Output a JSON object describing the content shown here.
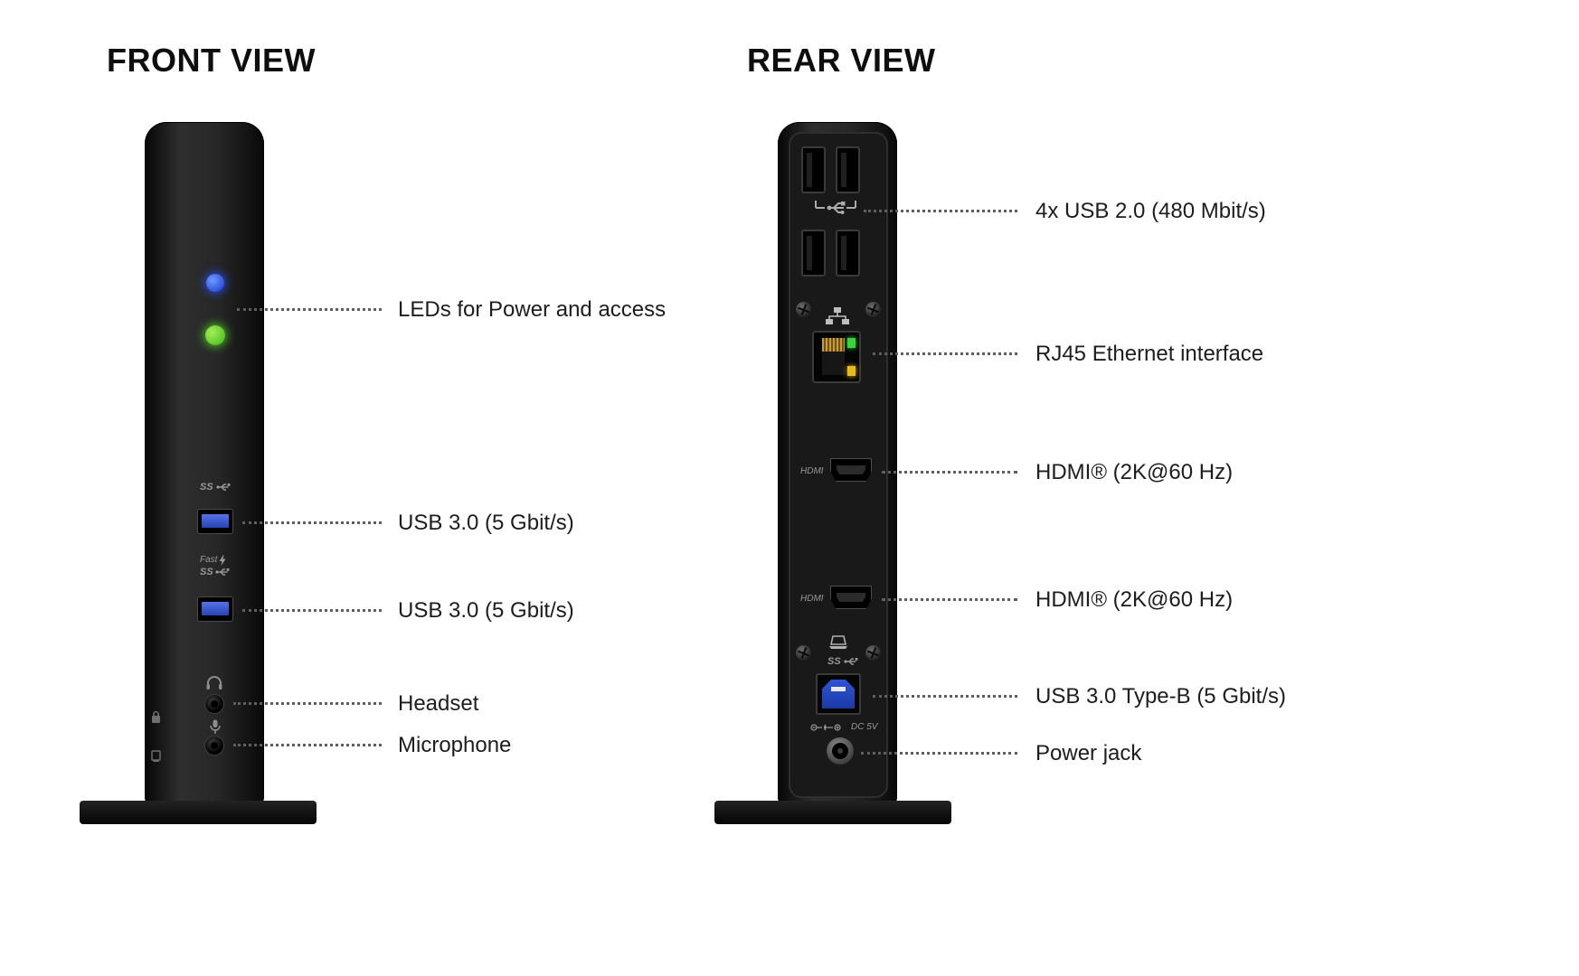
{
  "front": {
    "title": "FRONT VIEW",
    "labels": {
      "leds": "LEDs for Power and access",
      "usb1": "USB 3.0 (5 Gbit/s)",
      "usb2": "USB 3.0 (5 Gbit/s)",
      "headset": "Headset",
      "microphone": "Microphone"
    },
    "markings": {
      "usb3_logo": "SS",
      "fast_charge": "Fast",
      "fast_charge_ss": "SS"
    }
  },
  "rear": {
    "title": "REAR VIEW",
    "labels": {
      "usb20": "4x USB 2.0 (480 Mbit/s)",
      "ethernet": "RJ45 Ethernet interface",
      "hdmi1": "HDMI® (2K@60 Hz)",
      "hdmi2": "HDMI® (2K@60 Hz)",
      "usb3b": "USB 3.0 Type-B (5 Gbit/s)",
      "power": "Power jack"
    },
    "markings": {
      "hdmi1": "HDMI",
      "hdmi2": "HDMI",
      "usb3_logo": "SS",
      "dc": "DC 5V"
    }
  },
  "colors": {
    "led_power_blue": "#2948ff",
    "led_access_green": "#4fc62b",
    "usb3_blue": "#3355cc",
    "ethernet_led_green": "#3bd43b",
    "ethernet_led_amber": "#e7ba1f",
    "device_black": "#111111",
    "label_text": "#1d1d1d"
  }
}
